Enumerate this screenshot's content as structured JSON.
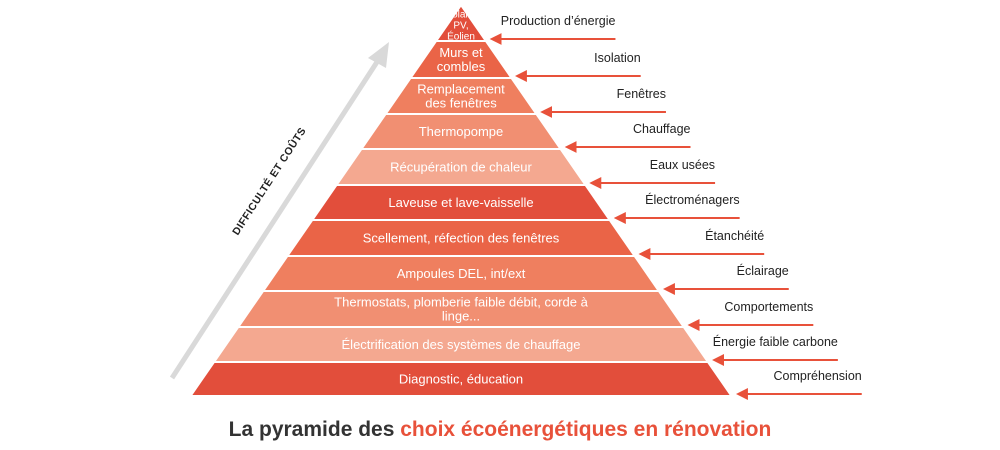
{
  "title": {
    "prefix": "La pyramide des",
    "highlight": "choix écoénergétiques en rénovation"
  },
  "axis_label": "DIFFICULTÉ ET COÛTS",
  "colors": {
    "arrow": "#e8513a",
    "axis_arrow": "#d9d9d9",
    "title_accent": "#e8513a",
    "title_text": "#333333"
  },
  "tiers": [
    {
      "lines": [
        "Solaire",
        "PV,",
        "Éolien"
      ],
      "category": "Production d’énergie",
      "color": "#e24e3b"
    },
    {
      "lines": [
        "Murs et",
        "combles"
      ],
      "category": "Isolation",
      "color": "#ea6447"
    },
    {
      "lines": [
        "Remplacement",
        "des fenêtres"
      ],
      "category": "Fenêtres",
      "color": "#ef7f5f"
    },
    {
      "lines": [
        "Thermopompe"
      ],
      "category": "Chauffage",
      "color": "#f18f72"
    },
    {
      "lines": [
        "Récupération de chaleur"
      ],
      "category": "Eaux usées",
      "color": "#f4a890"
    },
    {
      "lines": [
        "Laveuse et lave-vaisselle"
      ],
      "category": "Électroménagers",
      "color": "#e24e3b"
    },
    {
      "lines": [
        "Scellement, réfection des fenêtres"
      ],
      "category": "Étanchéité",
      "color": "#ea6447"
    },
    {
      "lines": [
        "Ampoules DEL, int/ext"
      ],
      "category": "Éclairage",
      "color": "#ef7f5f"
    },
    {
      "lines": [
        "Thermostats, plomberie faible débit, corde à",
        "linge..."
      ],
      "category": "Comportements",
      "color": "#f18f72"
    },
    {
      "lines": [
        "Électrification des systèmes de chauffage"
      ],
      "category": "Énergie faible carbone",
      "color": "#f4a890"
    },
    {
      "lines": [
        "Diagnostic, éducation"
      ],
      "category": "Compréhension",
      "color": "#e24e3b"
    }
  ]
}
